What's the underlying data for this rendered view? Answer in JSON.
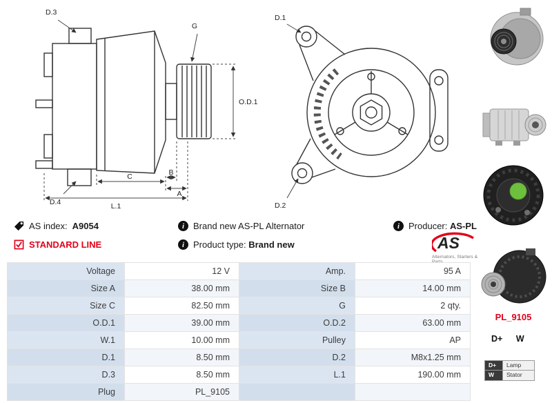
{
  "info": {
    "as_index_label": "AS index:",
    "as_index_value": "A9054",
    "standard_line": "STANDARD LINE",
    "brand_new_text": "Brand new AS-PL Alternator",
    "product_type_label": "Product type:",
    "product_type_value": "Brand new",
    "producer_label": "Producer:",
    "producer_value": "AS-PL",
    "logo_text": "AS",
    "logo_caption": "Alternators, Starters & Parts"
  },
  "drawing_left": {
    "labels": {
      "d3": "D.3",
      "g": "G",
      "od1": "O.D.1",
      "d4": "D.4",
      "c": "C",
      "b": "B",
      "a": "A",
      "l1": "L.1"
    }
  },
  "drawing_right": {
    "labels": {
      "d1": "D.1",
      "d2": "D.2"
    }
  },
  "sidebar": {
    "plug_code": "PL_9105",
    "terminals": {
      "t1": "D+",
      "t2": "W"
    },
    "legend": [
      {
        "key": "D+",
        "value": "Lamp"
      },
      {
        "key": "W",
        "value": "Stator"
      }
    ]
  },
  "spec_table": {
    "rows": [
      {
        "label1": "Voltage",
        "value1": "12 V",
        "label2": "Amp.",
        "value2": "95 A"
      },
      {
        "label1": "Size A",
        "value1": "38.00 mm",
        "label2": "Size B",
        "value2": "14.00 mm"
      },
      {
        "label1": "Size C",
        "value1": "82.50 mm",
        "label2": "G",
        "value2": "2 qty."
      },
      {
        "label1": "O.D.1",
        "value1": "39.00 mm",
        "label2": "O.D.2",
        "value2": "63.00 mm"
      },
      {
        "label1": "W.1",
        "value1": "10.00 mm",
        "label2": "Pulley",
        "value2": "AP"
      },
      {
        "label1": "D.1",
        "value1": "8.50 mm",
        "label2": "D.2",
        "value2": "M8x1.25 mm"
      },
      {
        "label1": "D.3",
        "value1": "8.50 mm",
        "label2": "L.1",
        "value2": "190.00 mm"
      },
      {
        "label1": "Plug",
        "value1": "PL_9105",
        "label2": "",
        "value2": ""
      }
    ]
  },
  "colors": {
    "accent_red": "#e2001a",
    "label_cell_bg": "#dbe5f1",
    "logo_navy": "#24386b"
  },
  "icons": {
    "tag_icon": "tag",
    "check_icon": "check",
    "info_icon": "i"
  }
}
